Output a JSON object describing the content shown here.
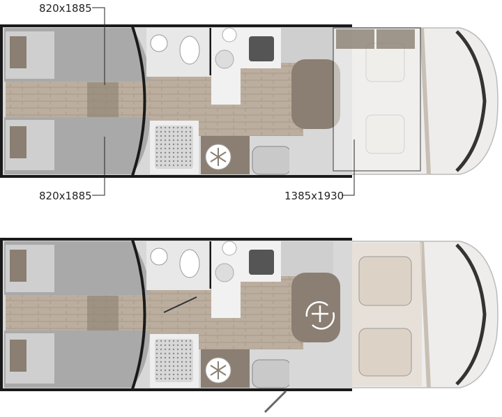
{
  "labels": {
    "top_bed_upper": "820x1885",
    "top_bed_lower": "820x1885",
    "top_cab_bed": "1385x1930"
  },
  "icons": [
    "snowflake-icon",
    "rotate-table-icon",
    "door-arrow-icon"
  ],
  "colors": {
    "wall": "#1a1a1a",
    "bed": "#a9a9a9",
    "floor": "#b9a99a",
    "accent_brown": "#8a7f72",
    "cab": "#e8e6e3"
  }
}
